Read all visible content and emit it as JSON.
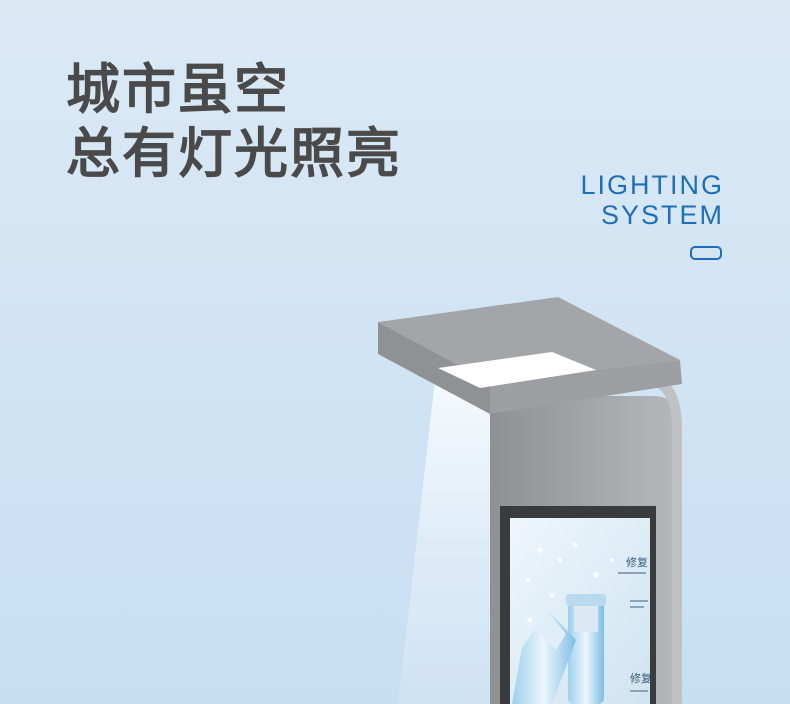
{
  "headline": {
    "line1": "城市虽空",
    "line2": "总有灯光照亮"
  },
  "tagline": {
    "line1": "LIGHTING",
    "line2": "SYSTEM"
  },
  "screen": {
    "heading_top": "修复",
    "heading_bottom": "修复"
  },
  "colors": {
    "background": "#d4e6f5",
    "headline": "#4a4a4a",
    "accent": "#1f6fb8",
    "lamp_body": "#9a9c9f"
  }
}
